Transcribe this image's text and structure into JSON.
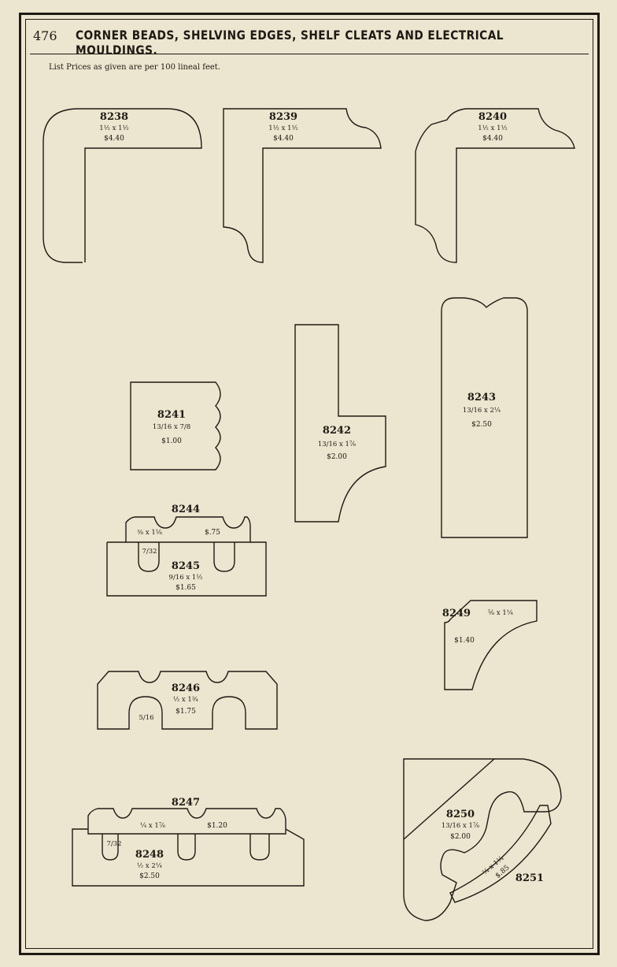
{
  "page": {
    "number": "476",
    "title": "CORNER BEADS, SHELVING EDGES, SHELF CLEATS AND ELECTRICAL MOULDINGS.",
    "note": "List Prices as given are per 100 lineal feet."
  },
  "mouldings": {
    "m8238": {
      "number": "8238",
      "size": "1½ x 1½",
      "price": "$4.40"
    },
    "m8239": {
      "number": "8239",
      "size": "1½ x 1½",
      "price": "$4.40"
    },
    "m8240": {
      "number": "8240",
      "size": "1½ x 1½",
      "price": "$4.40"
    },
    "m8241": {
      "number": "8241",
      "size": "13/16 x 7/8",
      "price": "$1.00"
    },
    "m8242": {
      "number": "8242",
      "size": "13/16 x 1⅞",
      "price": "$2.00"
    },
    "m8243": {
      "number": "8243",
      "size": "13/16 x 2¼",
      "price": "$2.50"
    },
    "m8244": {
      "number": "8244",
      "size": "⅜ x 1⅛",
      "price": "$.75",
      "note": "7/32"
    },
    "m8245": {
      "number": "8245",
      "size": "9/16 x 1½",
      "price": "$1.65"
    },
    "m8246": {
      "number": "8246",
      "size": "½ x 1¾",
      "price": "$1.75",
      "note": "5/16"
    },
    "m8247": {
      "number": "8247",
      "size": "¼ x 1⅞",
      "price": "$1.20"
    },
    "m8248": {
      "number": "8248",
      "size": "½ x 2¼",
      "price": "$2.50",
      "note": "7/32"
    },
    "m8249": {
      "number": "8249",
      "size": "⅝ x 1¼",
      "price": "$1.40"
    },
    "m8250": {
      "number": "8250",
      "size": "13/16 x 1⅞",
      "price": "$2.00"
    },
    "m8251": {
      "number": "8251",
      "size": "¼ x 1¼",
      "price": "$.85"
    }
  }
}
